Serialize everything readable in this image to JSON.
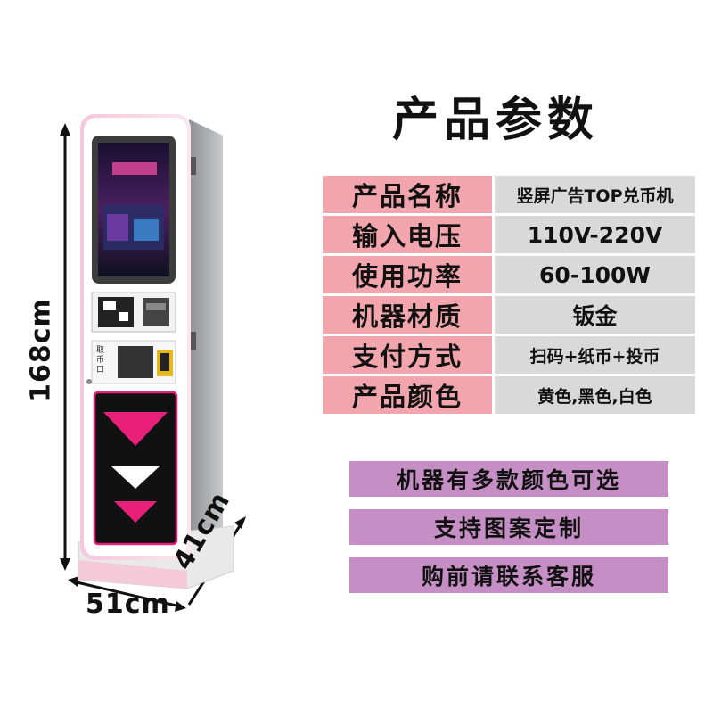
{
  "dimensions": {
    "height": "168cm",
    "width": "51cm",
    "depth": "41cm"
  },
  "title": "产品参数",
  "specs": [
    {
      "label": "产品名称",
      "value": "竖屏广告TOP兑币机"
    },
    {
      "label": "输入电压",
      "value": "110V-220V"
    },
    {
      "label": "使用功率",
      "value": "60-100W"
    },
    {
      "label": "机器材质",
      "value": "钣金"
    },
    {
      "label": "支付方式",
      "value": "扫码+纸币+投币"
    },
    {
      "label": "产品颜色",
      "value": "黄色,黑色,白色"
    }
  ],
  "notes": [
    "机器有多款颜色可选",
    "支持图案定制",
    "购前请联系客服"
  ],
  "machine": {
    "coin_slot_label": "取币口"
  },
  "colors": {
    "label_bg": "#f2a5ad",
    "value_bg": "#d9d9d9",
    "note_bg": "#c58ec4",
    "accent_pink": "#e8207a"
  }
}
